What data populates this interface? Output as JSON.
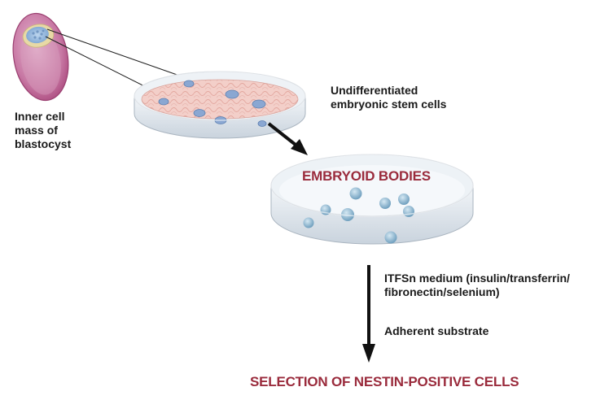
{
  "labels": {
    "inner_cell_mass": [
      "Inner cell",
      "mass of",
      "blastocyst"
    ],
    "undifferentiated": [
      "Undifferentiated",
      "embryonic stem cells"
    ],
    "embryoid_bodies": "EMBRYOID BODIES",
    "itfsn": [
      "ITFSn medium (insulin/transferrin/",
      "fibronectin/selenium)"
    ],
    "adherent": "Adherent substrate",
    "selection": "SELECTION OF NESTIN-POSITIVE CELLS"
  },
  "colors": {
    "accent_title": "#9a2b3c",
    "blastocyst": "#b85a8c",
    "inner_mass": "#8fb4dc",
    "dish_glass": "#e9eef3",
    "culture_pink": "#f1c9c4",
    "cell_blue": "#7a9cc8",
    "embryoid_blue": "#8ab5cf",
    "arrow": "#111111"
  }
}
